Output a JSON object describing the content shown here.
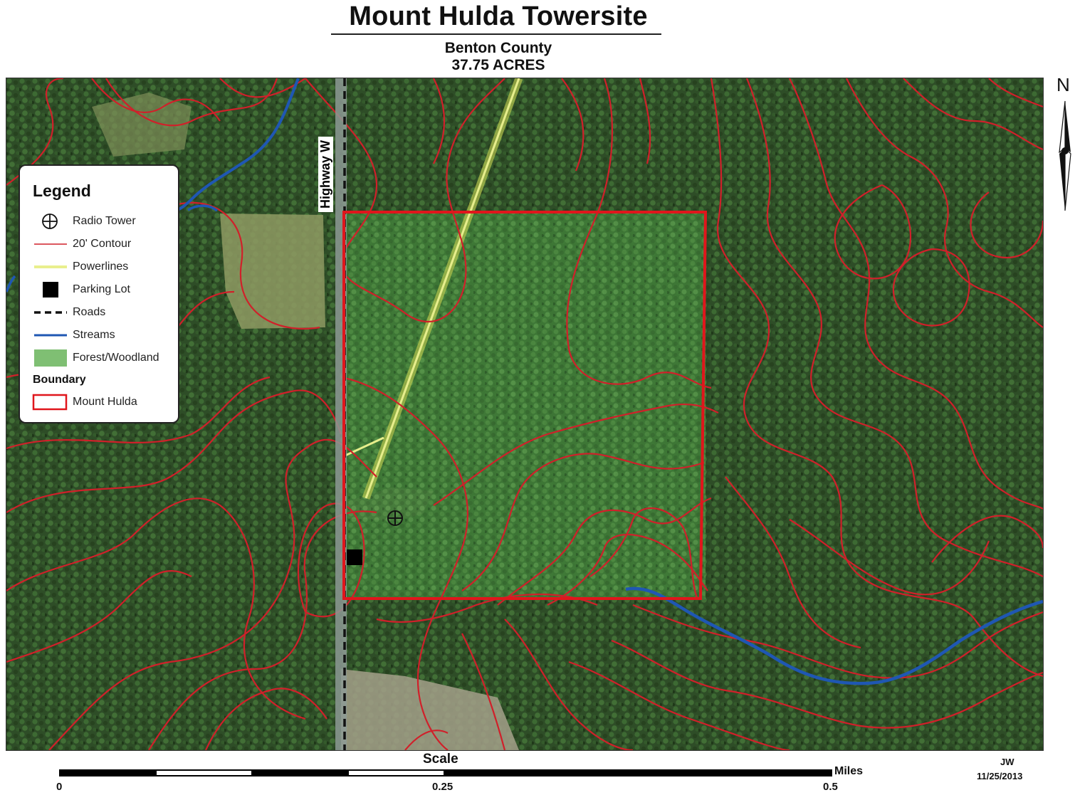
{
  "title": "Mount Hulda Towersite",
  "subtitle": {
    "county": "Benton County",
    "acreage": "37.75 ACRES"
  },
  "map": {
    "road_label": "Highway W",
    "colors": {
      "contour": "#d0202a",
      "boundary": "#e0161c",
      "stream": "#1f57b3",
      "powerline": "#c8d86a",
      "forest": "#2f5a2a",
      "road": "#111111"
    }
  },
  "legend": {
    "title": "Legend",
    "items": [
      {
        "label": "Radio Tower",
        "icon": "crosshair-circle-icon"
      },
      {
        "label": "20' Contour",
        "icon": "red-line-icon"
      },
      {
        "label": "Powerlines",
        "icon": "yellow-line-icon"
      },
      {
        "label": "Parking Lot",
        "icon": "black-square-icon"
      },
      {
        "label": "Roads",
        "icon": "dashed-line-icon"
      },
      {
        "label": "Streams",
        "icon": "blue-line-icon"
      },
      {
        "label": "Forest/Woodland",
        "icon": "green-patch-icon"
      }
    ],
    "boundary_heading": "Boundary",
    "boundary_item": "Mount Hulda"
  },
  "north_label": "N",
  "scale": {
    "label": "Scale",
    "ticks": [
      "0",
      "0.25",
      "0.5"
    ],
    "unit": "Miles"
  },
  "credits": {
    "author": "JW",
    "date": "11/25/2013"
  }
}
